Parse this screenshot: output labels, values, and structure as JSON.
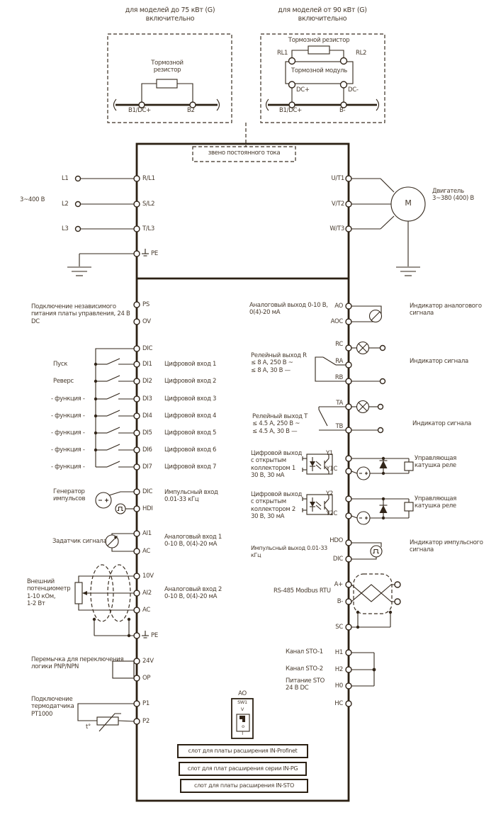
{
  "top_left_box": {
    "title": "для моделей до 75 кВт (G)\nвключительно",
    "resistor_label": "Тормозной\nрезистор",
    "terminal_b1": "B1/DC+",
    "terminal_b2": "B2"
  },
  "top_right_box": {
    "title": "для моделей от 90 кВт (G)\nвключительно",
    "resistor_label": "Тормозной резистор",
    "rl1": "RL1",
    "rl2": "RL2",
    "module_label": "Тормозной модуль",
    "dc_plus": "DC+",
    "dc_minus": "DC-",
    "terminal_b1": "B1/DC+",
    "terminal_b_minus": "B-"
  },
  "dc_link_label": "звено постоянного тока",
  "power_in": {
    "voltage": "3~400 В",
    "l1": "L1",
    "l2": "L2",
    "l3": "L3",
    "r_l1": "R/L1",
    "s_l2": "S/L2",
    "t_l3": "T/L3",
    "pe": "PE"
  },
  "power_out": {
    "u_t1": "U/T1",
    "v_t2": "V/T2",
    "w_t3": "W/T3",
    "motor_letter": "M",
    "motor_label": "Двигатель\n3~380 (400) В"
  },
  "control_left": {
    "aux_label": "Подключение независимого\nпитания платы управления, 24 В DC",
    "ps": "PS",
    "ov": "OV",
    "dic_top": "DIC",
    "di": [
      {
        "func": "Пуск",
        "term": "DI1",
        "desc": "Цифровой вход 1"
      },
      {
        "func": "Реверс",
        "term": "DI2",
        "desc": "Цифровой вход 2"
      },
      {
        "func": "- функция -",
        "term": "DI3",
        "desc": "Цифровой вход 3"
      },
      {
        "func": "- функция -",
        "term": "DI4",
        "desc": "Цифровой вход 4"
      },
      {
        "func": "- функция -",
        "term": "DI5",
        "desc": "Цифровой вход 5"
      },
      {
        "func": "- функция -",
        "term": "DI6",
        "desc": "Цифровой вход 6"
      },
      {
        "func": "- функция -",
        "term": "DI7",
        "desc": "Цифровой вход 7"
      }
    ],
    "pulse_gen_label": "Генератор\nимпульсов",
    "dic2": "DIC",
    "hdi": "HDI",
    "pulse_in_desc": "Импульсный вход\n0.01-33 кГц",
    "setter_label": "Задатчик сигнала",
    "ai1": "AI1",
    "ac1": "AC",
    "analog1_desc": "Аналоговый вход 1\n0-10 В, 0(4)-20 мА",
    "pot_label": "Внешний\nпотенциометр\n1-10 кОм,\n1-2 Вт",
    "v10": "10V",
    "ai2": "AI2",
    "ac2": "AC",
    "analog2_desc": "Аналоговый вход 2\n0-10 В, 0(4)-20 мА",
    "pe2": "PE",
    "jumper_label": "Перемычка для переключения\nлогики PNP/NPN",
    "v24": "24V",
    "op": "OP",
    "pt_label": "Подключение\nтермодатчика\nPT1000",
    "p1": "P1",
    "p2": "P2",
    "t_mark": "t°"
  },
  "control_right": {
    "analog_out_desc": "Аналоговый выход 0-10 В,\n0(4)-20 мА",
    "ao": "AO",
    "aoc": "AOC",
    "analog_ind_label": "Индикатор аналогового\nсигнала",
    "relay_r_desc": "Релейный выход R\n≤ 8 А, 250 В ~\n≤ 8 А, 30 В —",
    "rc": "RC",
    "ra": "RA",
    "rb": "RB",
    "signal_ind_label": "Индикатор сигнала",
    "relay_t_desc": "Релейный выход T\n≤ 4.5 А, 250 В ~\n≤ 4.5 А, 30 В —",
    "ta": "TA",
    "tb": "TB",
    "signal_ind_label2": "Индикатор сигнала",
    "y1_desc": "Цифровой выход\nс открытым\nколлектором 1\n30 В, 30 мА",
    "y1": "Y1",
    "y1c": "Y1C",
    "coil_label1": "Управляющая\nкатушка реле",
    "y2_desc": "Цифровой выход\nс открытым\nколлектором 2\n30 В, 30 мА",
    "y2": "Y2",
    "y2c": "Y2C",
    "coil_label2": "Управляющая\nкатушка реле",
    "pulse_out_desc": "Импульсный выход 0.01-33 кГц",
    "hdo": "HDO",
    "dic3": "DIC",
    "pulse_ind_label": "Индикатор импульсного\nсигнала",
    "rs485_label": "RS-485 Modbus RTU",
    "a_plus": "A+",
    "b_minus": "B-",
    "sc": "SC",
    "sto1_label": "Канал STO-1",
    "sto2_label": "Канал STO-2",
    "sto_pwr_label": "Питание STO\n24 В DC",
    "h1": "H1",
    "h2": "H2",
    "h0": "H0",
    "hc": "HC"
  },
  "dip_switch": {
    "title": "AO",
    "sw": "SW1",
    "v": "V",
    "o": "o",
    "i": "I"
  },
  "slots": {
    "slot1": "слот для платы расширения IN-Profinet",
    "slot2": "слот для плат расширения серии IN-PG",
    "slot3": "слот для платы расширения IN-STO"
  }
}
